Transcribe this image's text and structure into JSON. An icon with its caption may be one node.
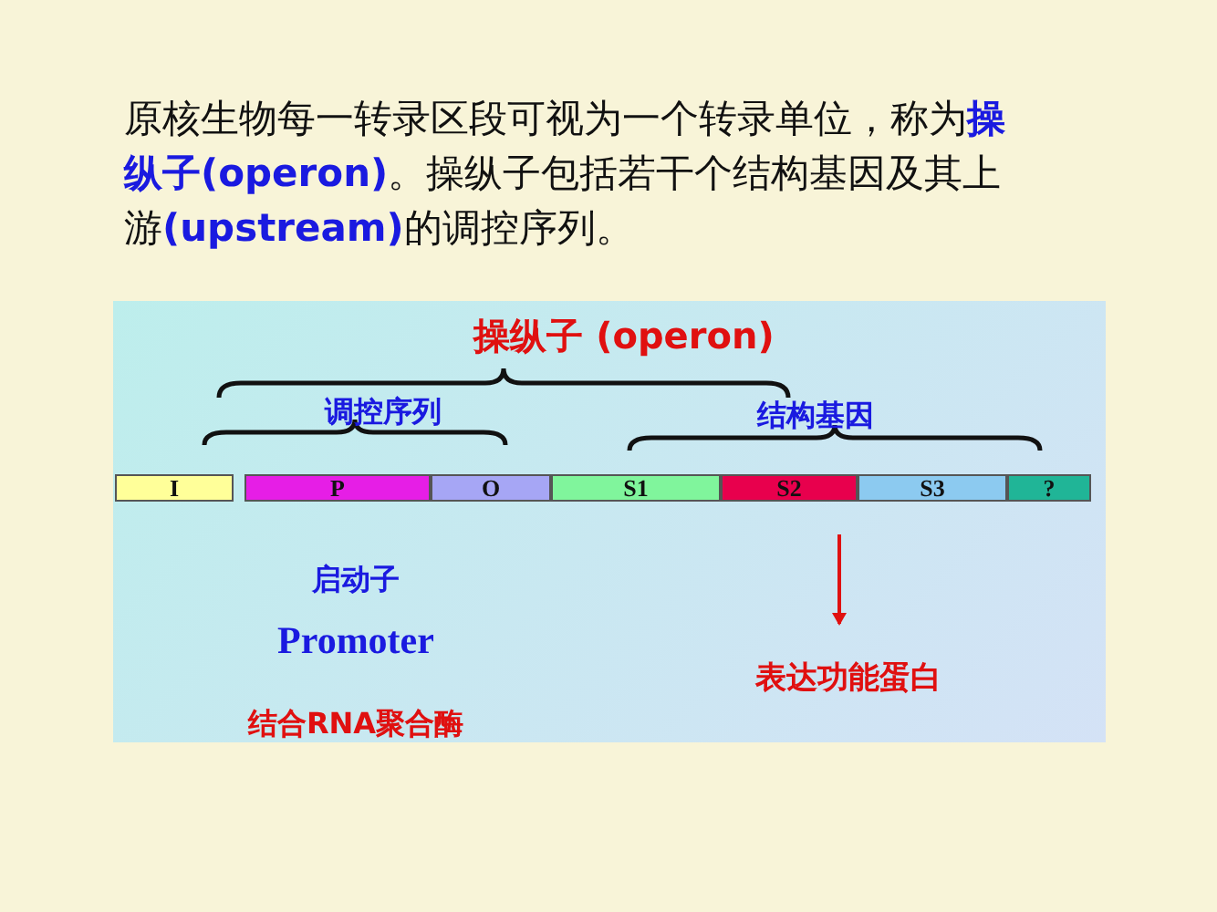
{
  "diagram": {
    "title": "原核生物每一转录区段可视为一个转录单位，称为**操纵子(operon)**。操纵子包括若干个结构基因及其上游**(upstream)**的调控序列。",
    "nodes": [
      {
        "text": [
          "I"
        ]
      },
      {
        "text": [
          "P"
        ]
      },
      {
        "text": [
          "O"
        ]
      },
      {
        "text": [
          "S1"
        ]
      },
      {
        "text": [
          "S2"
        ]
      },
      {
        "text": [
          "S3"
        ]
      },
      {
        "text": [
          "?"
        ]
      },
      {
        "text": [
          "表达功能蛋白"
        ]
      }
    ],
    "edges": [
      {
        "from": null,
        "to": 7,
        "arrow": "to"
      }
    ],
    "labels": [
      "操纵子 (operon)",
      "调控序列",
      "结构基因",
      "启动子",
      "Promoter",
      "结合RNA聚合酶"
    ]
  }
}
